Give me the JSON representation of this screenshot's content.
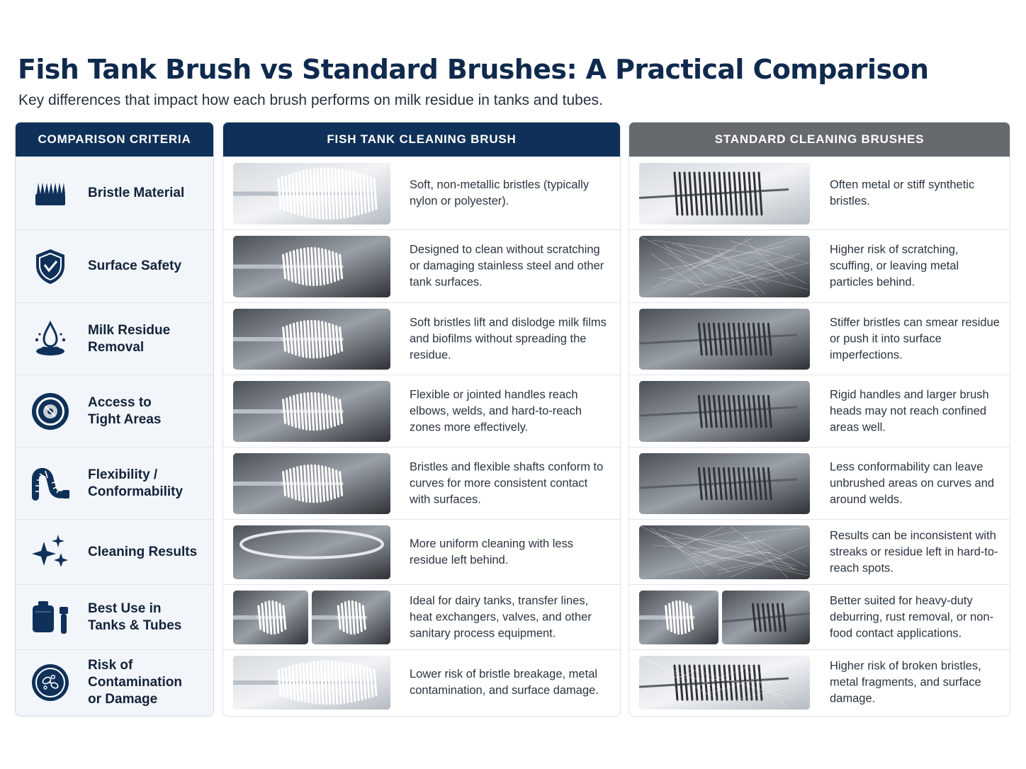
{
  "page": {
    "title": "Fish Tank Brush vs Standard Brushes: A Practical Comparison",
    "subtitle": "Key differences that impact how each brush performs on milk residue in tanks and tubes."
  },
  "headers": {
    "criteria": "COMPARISON CRITERIA",
    "fish": "FISH TANK CLEANING BRUSH",
    "standard": "STANDARD CLEANING BRUSHES"
  },
  "colors": {
    "navy": "#0f3159",
    "gray_header": "#666a6f",
    "criteria_bg": "#f2f5f9"
  },
  "rows": [
    {
      "criterion": "Bristle Material",
      "icon": "bristle-comb-icon",
      "fish": "Soft, non-metallic bristles (typically nylon or polyester).",
      "standard": "Often metal or stiff synthetic bristles.",
      "fish_image": "white-nylon-brush-photo",
      "standard_image": "twisted-wire-brush-photo"
    },
    {
      "criterion": "Surface Safety",
      "icon": "shield-check-icon",
      "fish": "Designed to clean without scratching or damaging stainless steel and other tank surfaces.",
      "standard": "Higher risk of scratching, scuffing, or leaving metal particles behind.",
      "fish_image": "brush-in-steel-tank-photo",
      "standard_image": "scratched-steel-photo"
    },
    {
      "criterion": "Milk Residue\nRemoval",
      "icon": "milk-drop-icon",
      "fish": "Soft bristles lift and dislodge milk films and biofilms without spreading the residue.",
      "standard": "Stiffer bristles can smear residue or push it into surface imperfections.",
      "fish_image": "brush-in-tube-photo",
      "standard_image": "wire-brush-residue-photo"
    },
    {
      "criterion": "Access to\nTight Areas",
      "icon": "target-access-icon",
      "fish": "Flexible or jointed handles reach elbows, welds, and hard-to-reach zones more effectively.",
      "standard": "Rigid handles and larger brush heads may not reach confined areas well.",
      "fish_image": "brush-at-pipe-elbow-photo",
      "standard_image": "wire-brush-in-pipe-photo"
    },
    {
      "criterion": "Flexibility /\nConformability",
      "icon": "flexible-hose-icon",
      "fish": "Bristles and flexible shafts conform to curves for more consistent contact with surfaces.",
      "standard": "Less conformability can leave unbrushed areas on curves and around welds.",
      "fish_image": "curved-brush-in-tank-photo",
      "standard_image": "wire-brush-on-bend-photo"
    },
    {
      "criterion": "Cleaning Results",
      "icon": "sparkle-icon",
      "fish": "More uniform cleaning with less residue left behind.",
      "standard": "Results can be inconsistent with streaks or residue left in hard-to-reach spots.",
      "fish_image": "clean-tank-interior-photo",
      "standard_image": "streaked-steel-photo"
    },
    {
      "criterion": "Best Use in\nTanks & Tubes",
      "icon": "tank-and-tube-icon",
      "fish": "Ideal for dairy tanks, transfer lines, heat exchangers, valves, and other sanitary process equipment.",
      "standard": "Better suited for heavy-duty deburring, rust removal, or non-food contact applications.",
      "fish_image": "dairy-tank-and-brush-photos",
      "standard_image": "pipe-fittings-and-wire-brush-photos"
    },
    {
      "criterion": "Risk of Contamination\nor Damage",
      "icon": "bacteria-icon",
      "fish": "Lower risk of bristle breakage, metal contamination, and surface damage.",
      "standard": "Higher risk of broken bristles, metal fragments, and surface damage.",
      "fish_image": "white-bristles-closeup-photo",
      "standard_image": "broken-wire-bristles-photo"
    }
  ]
}
